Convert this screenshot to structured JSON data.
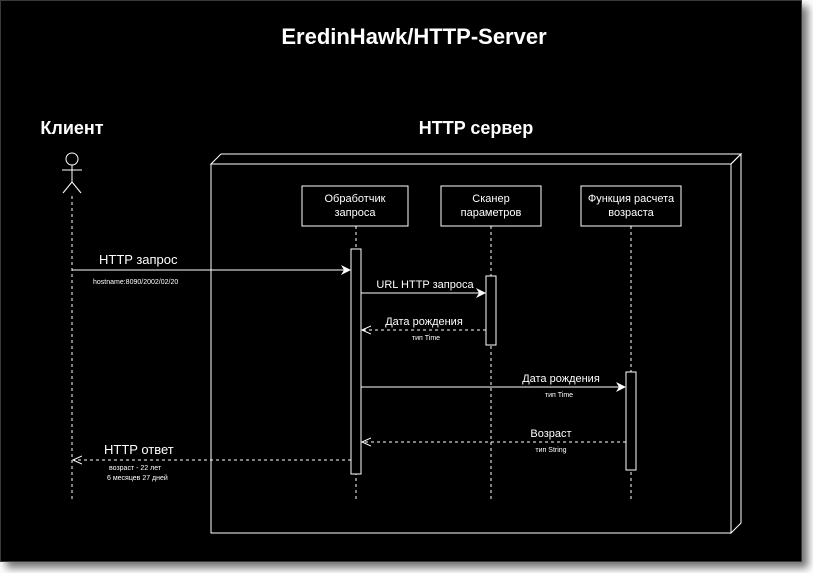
{
  "diagram": {
    "title": "EredinHawk/HTTP-Server",
    "actor_label": "Клиент",
    "server_label": "HTTP сервер",
    "participants": [
      {
        "line1": "Обработчик",
        "line2": "запроса"
      },
      {
        "line1": "Сканер",
        "line2": "параметров"
      },
      {
        "line1": "Функция расчета",
        "line2": "возраста"
      }
    ],
    "messages": [
      {
        "label": "HTTP запрос",
        "note": "hostname:8090/2002/02/20"
      },
      {
        "label": "URL HTTP запроса",
        "note": ""
      },
      {
        "label": "Дата рождения",
        "note": "тип Time"
      },
      {
        "label": "Дата рождения",
        "note": "тип Time"
      },
      {
        "label": "Возраст",
        "note": "тип String"
      },
      {
        "label": "HTTP ответ",
        "note_line1": "возраст  - 22 лет",
        "note_line2": "6 месяцев 27 дней"
      }
    ]
  },
  "colors": {
    "background": "#000000",
    "foreground": "#ffffff"
  }
}
